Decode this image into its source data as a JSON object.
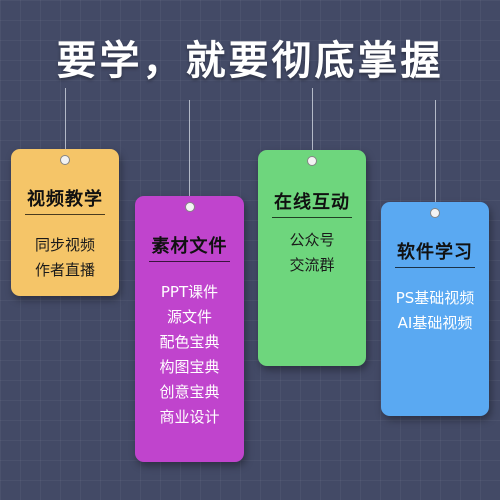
{
  "headline": "要学，就要彻底掌握",
  "colors": {
    "background": "#434a66",
    "tag1": "#f5c568",
    "tag2": "#c044cd",
    "tag3": "#6ed67d",
    "tag4": "#5aa9f2"
  },
  "tags": [
    {
      "title": "视频教学",
      "items": [
        "同步视频",
        "作者直播"
      ]
    },
    {
      "title": "素材文件",
      "items": [
        "PPT课件",
        "源文件",
        "配色宝典",
        "构图宝典",
        "创意宝典",
        "商业设计"
      ]
    },
    {
      "title": "在线互动",
      "items": [
        "公众号",
        "交流群"
      ]
    },
    {
      "title": "软件学习",
      "items": [
        "PS基础视频",
        "AI基础视频"
      ]
    }
  ]
}
